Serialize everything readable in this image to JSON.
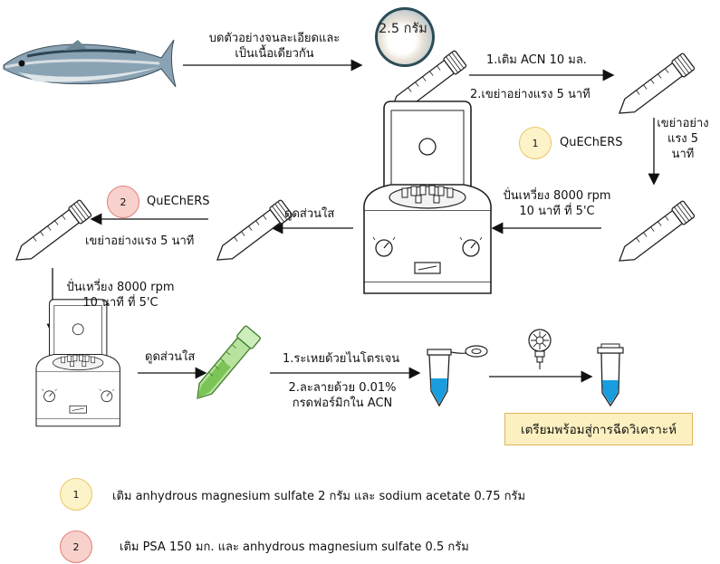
{
  "steps": {
    "mince": [
      "บดตัวอย่างจนละเอียดและ",
      "เป็นเนื้อเดียวกัน"
    ],
    "weight": "2.5 กรัม",
    "add_acn": "1.เติม ACN 10 มล.",
    "shake_1": "2.เขย่าอย่างแรง 5 นาที",
    "shake_2": [
      "เขย่าอย่าง",
      "แรง 5",
      "นาที"
    ],
    "quechers_1": "QuEChERS",
    "centrifuge_1": [
      "ปั่นเหวี่ยง 8000 rpm",
      "10 นาที ที่ 5'C"
    ],
    "supernatant_1": "ดูดส่วนใส",
    "quechers_2": "QuEChERS",
    "shake_3": "เขย่าอย่างแรง 5 นาที",
    "centrifuge_2": [
      "ปั่นเหวี่ยง 8000 rpm",
      "10 นาที ที่ 5'C"
    ],
    "supernatant_2": "ดูดส่วนใส",
    "evaporate": "1.ระเหยด้วยไนโตรเจน",
    "dissolve": [
      "2.ละลายด้วย 0.01%",
      "กรดฟอร์มิกใน ACN"
    ],
    "ready": "เตรียมพร้อมสู่การฉีดวิเคราะห์"
  },
  "badges": {
    "one": "1",
    "two": "2"
  },
  "legend": [
    {
      "num": "1",
      "text": "เติม anhydrous magnesium sulfate 2 กรัม และ sodium acetate 0.75 กรัม"
    },
    {
      "num": "2",
      "text": "เติม PSA 150 มก. และ anhydrous magnesium sulfate 0.5 กรัม"
    }
  ],
  "colors": {
    "badge1": "#fdf3c8",
    "badge2": "#f8d1cc",
    "ready_bg": "#fdf0c0",
    "liquid": "#1a9de0",
    "green_tube": "#8fcf6a"
  },
  "icons": [
    "fish-icon",
    "tube-icon",
    "centrifuge-icon",
    "green-tube-icon",
    "microtube-icon",
    "filter-icon",
    "vial-icon"
  ]
}
